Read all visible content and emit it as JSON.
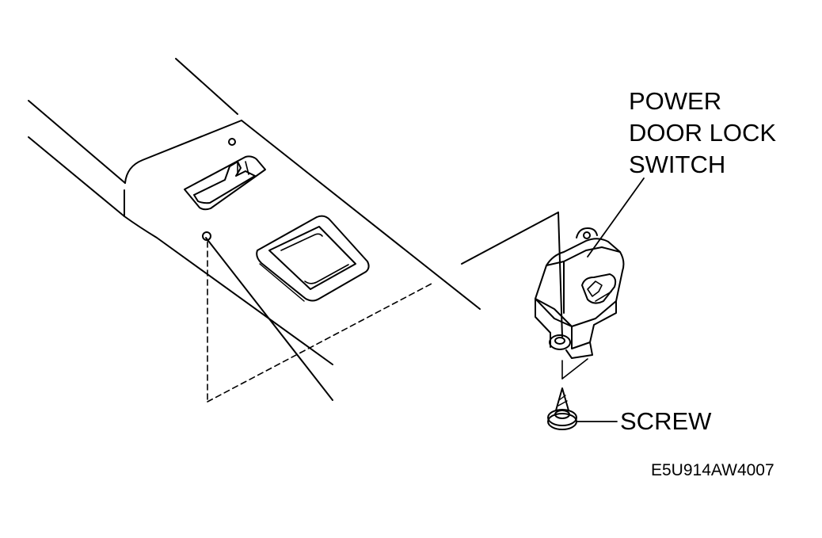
{
  "callouts": {
    "switch_label_lines": [
      "POWER",
      "DOOR LOCK",
      "SWITCH"
    ],
    "screw_label": "SCREW"
  },
  "figure_code": "E5U914AW4007",
  "colors": {
    "ink": "#000000",
    "background": "#ffffff"
  }
}
